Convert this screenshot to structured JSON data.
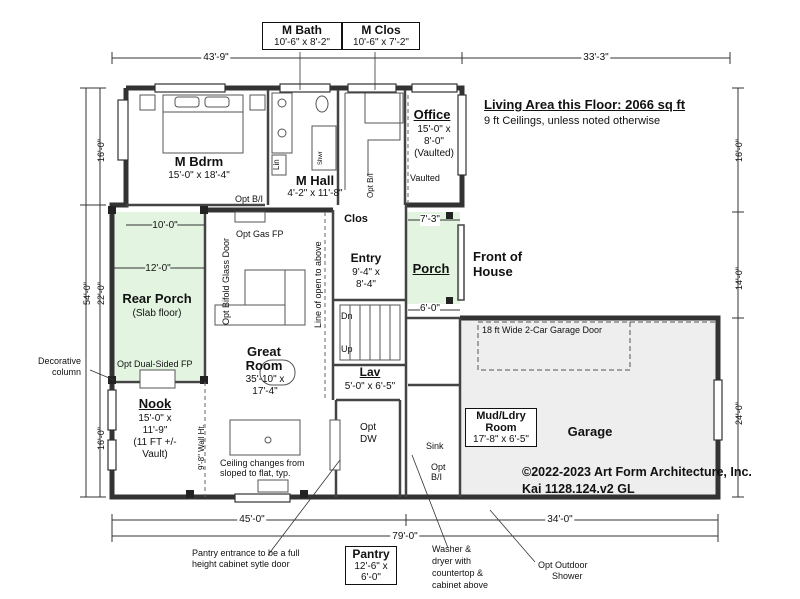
{
  "info": {
    "living_area": "Living Area this Floor: 2066 sq ft",
    "ceilings": "9 ft Ceilings, unless noted otherwise"
  },
  "copyright": {
    "line1": "©2022-2023 Art Form Architecture, Inc.",
    "line2": "Kai 1128.124.v2 GL"
  },
  "dimensions": {
    "top_left": "43'-9\"",
    "top_right": "33'-3\"",
    "bottom_left": "45'-0\"",
    "bottom_right": "34'-0\"",
    "bottom_total": "79'-0\"",
    "left_top": "16'-0\"",
    "left_total_a": "54'-0\"",
    "left_total_b": "22'-0\"",
    "left_nook": "16'-0\"",
    "right_top": "16'-0\"",
    "right_mid": "14'-0\"",
    "right_garage": "24'-0\"",
    "porch_w": "10'-0\"",
    "porch_inner": "12'-0\"",
    "front_porch_top": "7'-3\"",
    "front_porch_bottom": "6'-0\""
  },
  "callouts": {
    "m_bath": {
      "name": "M Bath",
      "size": "10'-6\" x 8'-2\""
    },
    "m_clos": {
      "name": "M Clos",
      "size": "10'-6\" x 7'-2\""
    },
    "pantry": {
      "name": "Pantry",
      "size1": "12'-6\" x",
      "size2": "6'-0\""
    },
    "mud": {
      "name1": "Mud/Ldry",
      "name2": "Room",
      "size": "17'-8\" x 6'-5\""
    }
  },
  "rooms": {
    "m_bdrm": {
      "name": "M Bdrm",
      "size": "15'-0\" x 18'-4\""
    },
    "office": {
      "name": "Office",
      "l1": "15'-0\" x",
      "l2": "8'-0\"",
      "l3": "(Vaulted)"
    },
    "m_hall": {
      "name": "M Hall",
      "size": "4'-2\" x 11'-8\""
    },
    "entry": {
      "name": "Entry",
      "l1": "9'-4\" x",
      "l2": "8'-4\""
    },
    "clos": "Clos",
    "porch": "Porch",
    "rear_porch": {
      "name": "Rear Porch",
      "sub": "(Slab floor)"
    },
    "great_room": {
      "name1": "Great",
      "name2": "Room",
      "l1": "35'-10\" x",
      "l2": "17'-4\""
    },
    "nook": {
      "name": "Nook",
      "l1": "15'-0\" x",
      "l2": "11'-9\"",
      "l3": "(11 FT +/-",
      "l4": "Vault)"
    },
    "lav": {
      "name": "Lav",
      "size": "5'-0\" x 6'-5\""
    },
    "garage": "Garage",
    "front_house1": "Front of",
    "front_house2": "House",
    "lin": "Lin",
    "shwr": "Shwr"
  },
  "notes": {
    "opt_bi_top": "Opt B/I",
    "opt_gas_fp": "Opt Gas FP",
    "opt_bifold": "Opt Bifold Glass Door",
    "line_open": "Line of open to above",
    "opt_dual_fp": "Opt Dual-Sided FP",
    "decorative1": "Decorative",
    "decorative2": "column",
    "vaulted": "Vaulted",
    "opt_bi_hall": "Opt B/I",
    "dn": "Dn",
    "up": "Up",
    "garage_door": "18 ft Wide 2-Car Garage Door",
    "opt_dw1": "Opt",
    "opt_dw2": "DW",
    "sink": "Sink",
    "opt_bi_mud1": "Opt",
    "opt_bi_mud2": "B/I",
    "wall_ht": "9'-8\" Wall Ht.",
    "ceiling1": "Ceiling changes from",
    "ceiling2": "sloped to flat, typ.",
    "pantry_note1": "Pantry entrance to be a full",
    "pantry_note2": "height cabinet sytle door",
    "washer1": "Washer &",
    "washer2": "dryer with",
    "washer3": "countertop &",
    "washer4": "cabinet above",
    "shower1": "Opt Outdoor",
    "shower2": "Shower"
  },
  "colors": {
    "wall": "#333333",
    "porch_fill": "#e3f5e1",
    "garage_fill": "#efeeee",
    "line": "#111111"
  }
}
